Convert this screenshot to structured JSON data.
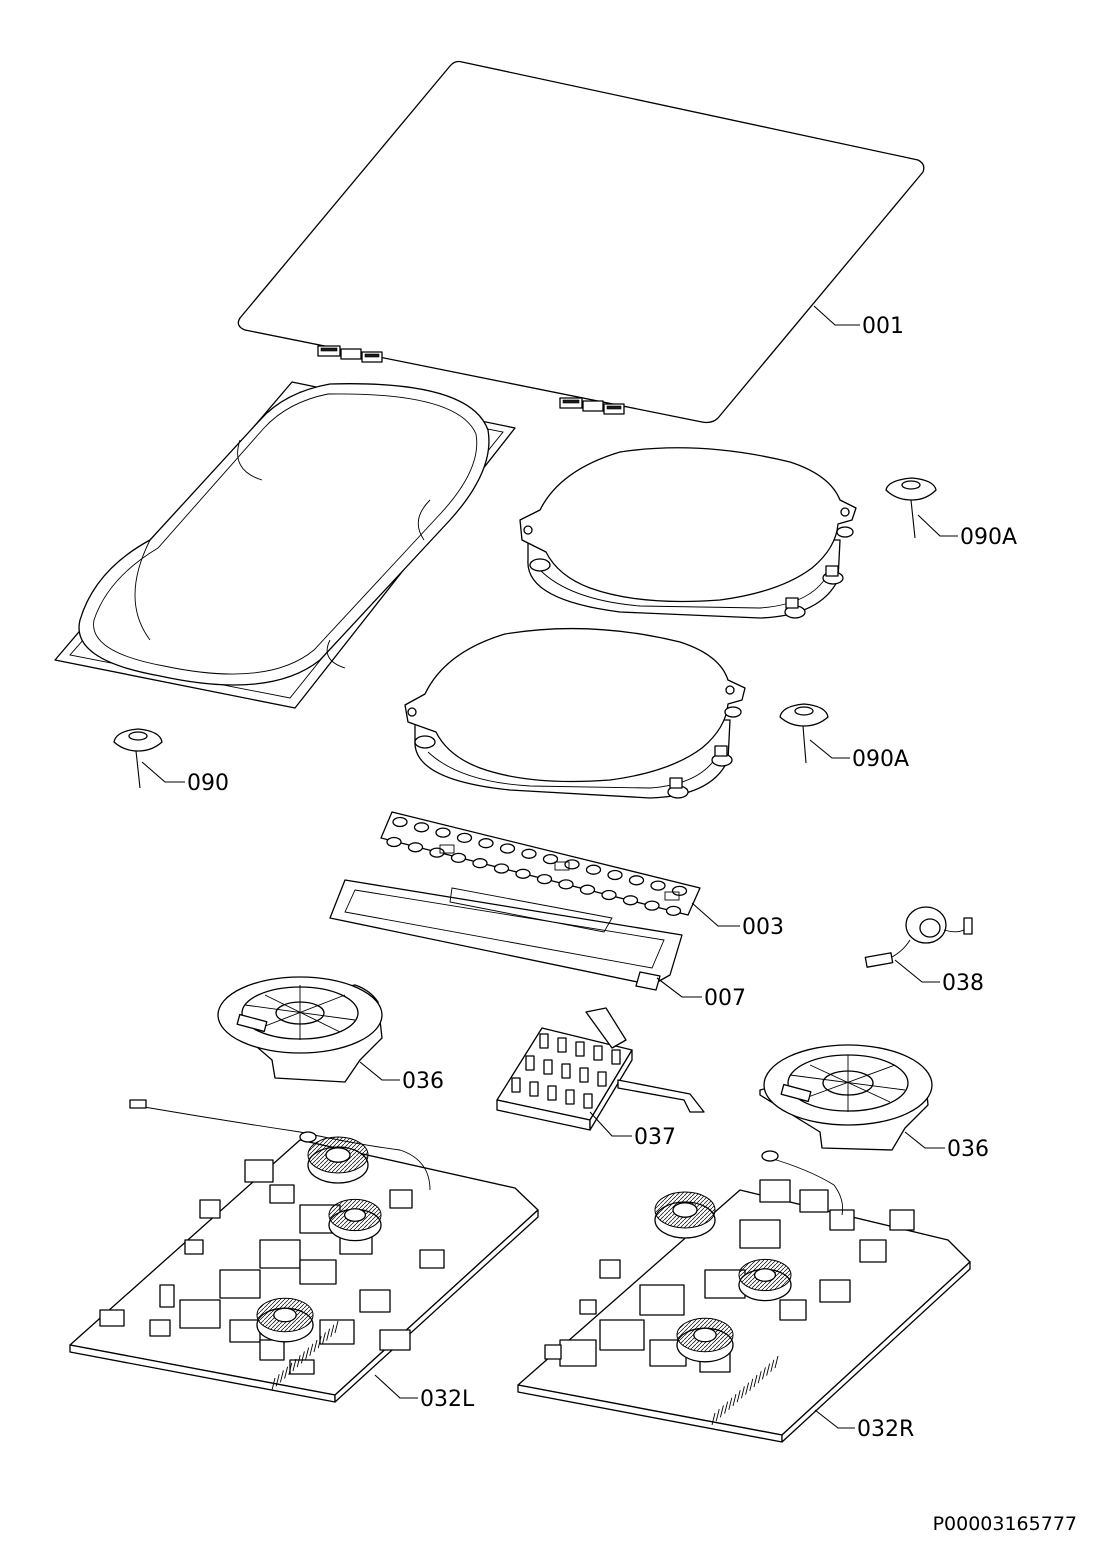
{
  "labels": {
    "p001": "001",
    "p090A_top": "090A",
    "p090A_mid": "090A",
    "p090": "090",
    "p003": "003",
    "p038": "038",
    "p007": "007",
    "p036_left": "036",
    "p037": "037",
    "p036_right": "036",
    "p032L": "032L",
    "p032R": "032R"
  },
  "document_id": "P00003165777"
}
